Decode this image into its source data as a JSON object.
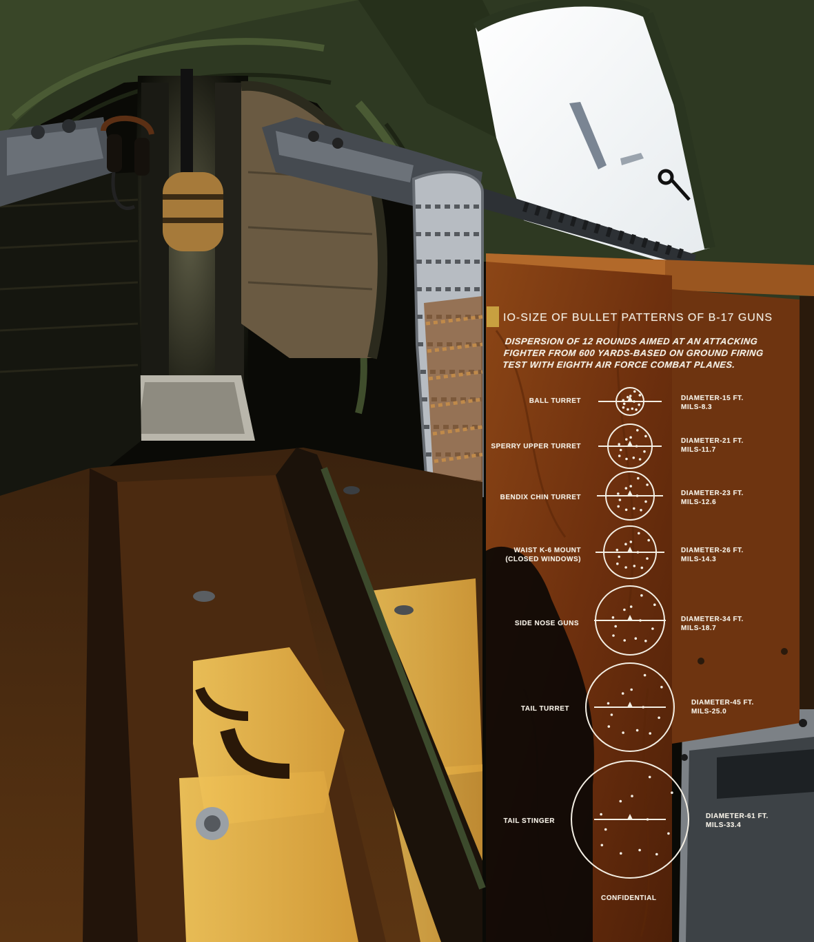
{
  "board": {
    "title": "IO-SIZE OF BULLET PATTERNS OF B-17 GUNS",
    "description": "DISPERSION OF 12 ROUNDS AIMED AT AN ATTACKING\nFIGHTER FROM 600 YARDS-BASED ON GROUND FIRING\nTEST WITH EIGHTH AIR FORCE COMBAT PLANES.",
    "rows": [
      {
        "label": "BALL TURRET",
        "stat": "DIAMETER-15 FT.\nMILS-8.3"
      },
      {
        "label": "SPERRY UPPER TURRET",
        "stat": "DIAMETER-21 FT.\nMILS-11.7"
      },
      {
        "label": "BENDIX CHIN TURRET",
        "stat": "DIAMETER-23 FT.\nMILS-12.6"
      },
      {
        "label": "WAIST K-6 MOUNT\n(CLOSED WINDOWS)",
        "stat": "DIAMETER-26 FT.\nMILS-14.3"
      },
      {
        "label": "SIDE NOSE GUNS",
        "stat": "DIAMETER-34 FT.\nMILS-18.7"
      },
      {
        "label": "TAIL TURRET",
        "stat": "DIAMETER-45 FT.\nMILS-25.0"
      },
      {
        "label": "TAIL STINGER",
        "stat": "DIAMETER-61 FT.\nMILS-33.4"
      }
    ],
    "footer": "CONFIDENTIAL"
  },
  "colors": {
    "fuselage_green": "#2f3a22",
    "wood": "#7a3a12",
    "floor_light": "#e6b24a",
    "paint_white": "#f4efe4"
  }
}
